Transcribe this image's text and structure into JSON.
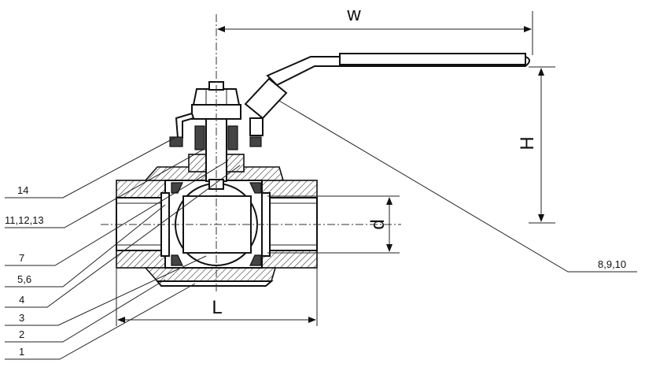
{
  "dimensions": {
    "w": "w",
    "h": "H",
    "d": "d",
    "l": "L"
  },
  "callouts": [
    {
      "id": "14",
      "text": "14"
    },
    {
      "id": "11-12-13",
      "text": "11,12,13"
    },
    {
      "id": "7",
      "text": "7"
    },
    {
      "id": "5-6",
      "text": "5,6"
    },
    {
      "id": "4",
      "text": "4"
    },
    {
      "id": "3",
      "text": "3"
    },
    {
      "id": "2",
      "text": "2"
    },
    {
      "id": "1",
      "text": "1"
    },
    {
      "id": "8-9-10",
      "text": "8,9,10"
    }
  ]
}
